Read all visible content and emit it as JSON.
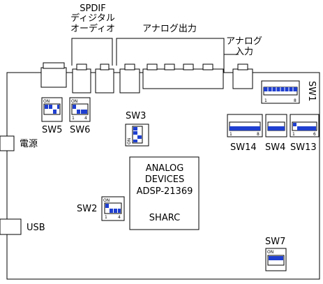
{
  "header_labels": {
    "spdif_line1": "SPDIF",
    "spdif_line2": "ディジタル",
    "spdif_line3": "オーディオ",
    "analog_out": "アナログ出力",
    "analog_in_line1": "アナログ",
    "analog_in_line2": "入力"
  },
  "side_labels": {
    "power": "電源",
    "usb": "USB"
  },
  "chip": {
    "line1": "ANALOG",
    "line2": "DEVICES",
    "line3": "ADSP-21369",
    "line4": "SHARC"
  },
  "switches": {
    "sw1": {
      "name": "SW1",
      "left": "1",
      "right": "8"
    },
    "sw2": {
      "name": "SW2",
      "on": "ON",
      "left": "1",
      "right": "4"
    },
    "sw3": {
      "name": "SW3",
      "on": "ON"
    },
    "sw4": {
      "name": "SW4"
    },
    "sw5": {
      "name": "SW5",
      "on": "ON"
    },
    "sw6": {
      "name": "SW6",
      "on": "ON",
      "left": "1",
      "right": "4"
    },
    "sw7": {
      "name": "SW7",
      "on": "ON"
    },
    "sw13": {
      "name": "SW13",
      "left": "1",
      "right": "6"
    },
    "sw14": {
      "name": "SW14",
      "left": "1",
      "right": "8"
    }
  },
  "colors": {
    "line": "#000000",
    "switch_fill": "#1f3fd0",
    "background": "#ffffff"
  }
}
